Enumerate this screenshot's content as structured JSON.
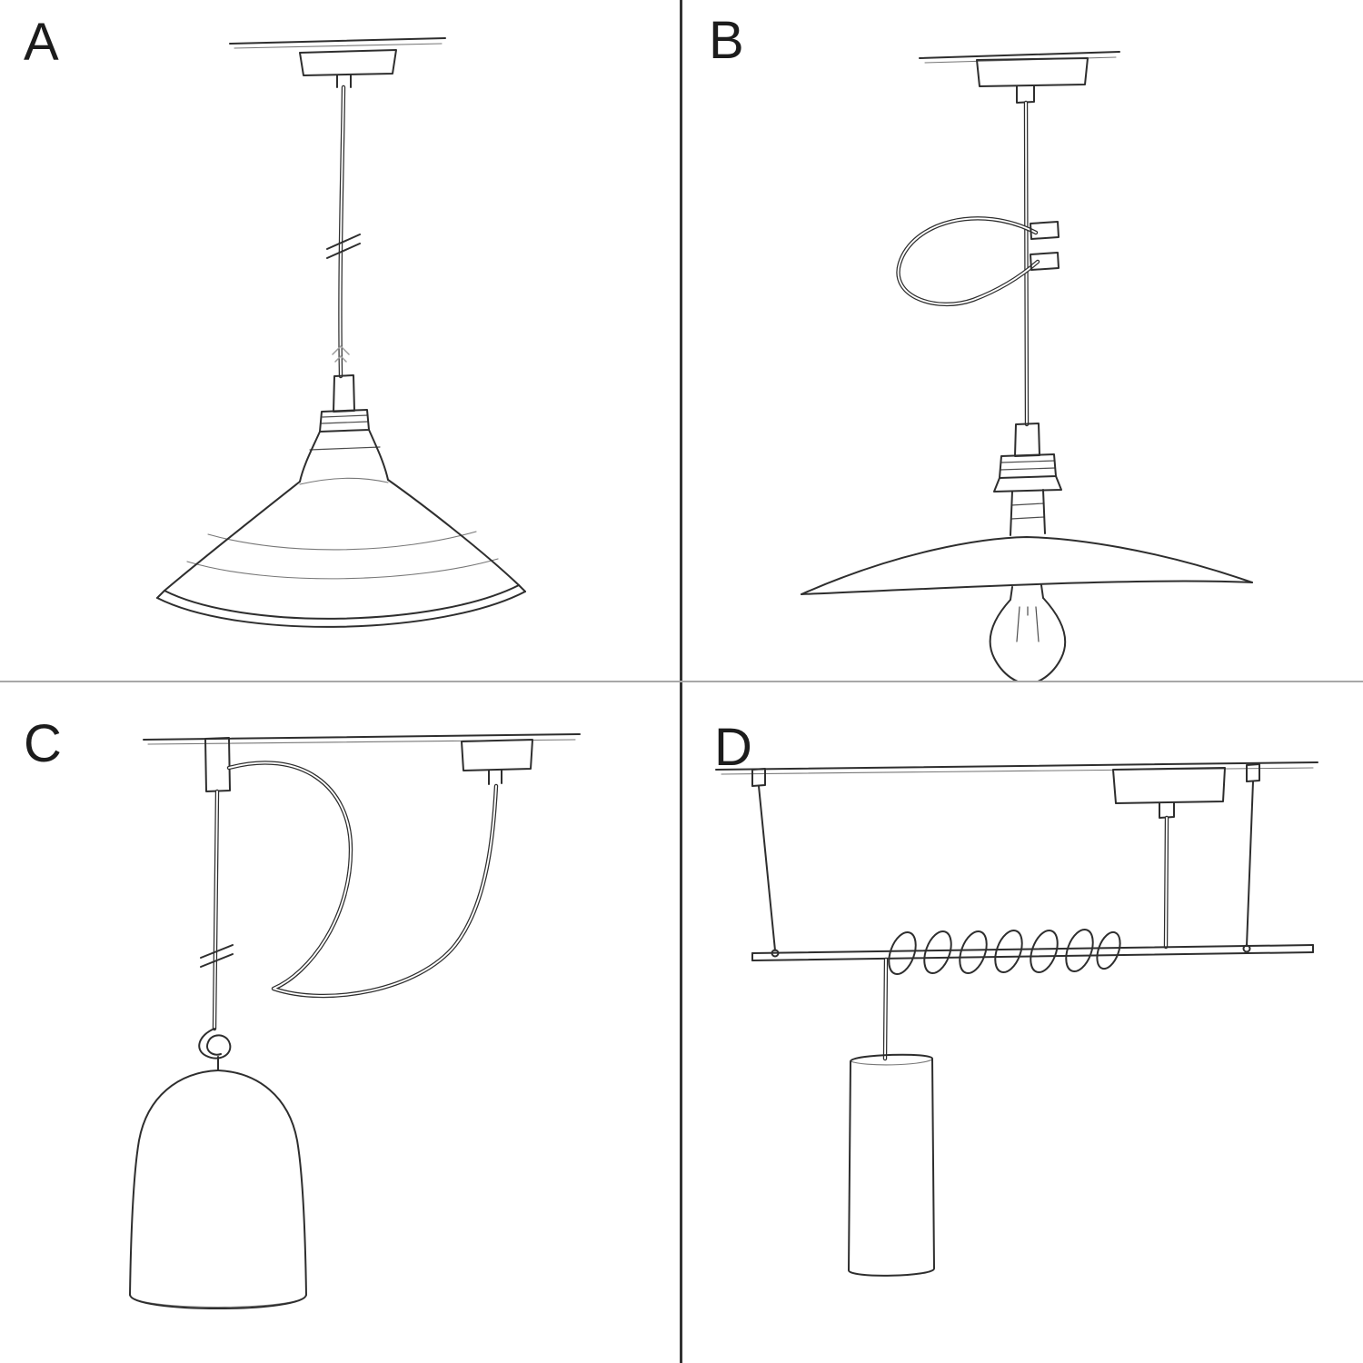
{
  "page": {
    "background_color": "#ffffff",
    "ink_color": "#2e2e2e",
    "vertical_divider_color": "#333333",
    "horizontal_divider_color": "#a8a8a8"
  },
  "panels": [
    {
      "label": "A",
      "sketch": "pendant-cable-with-industrial-bowl-shade-sketch"
    },
    {
      "label": "B",
      "sketch": "pendant-cable-with-wire-cleat-flat-plate-shade-and-bulb-sketch"
    },
    {
      "label": "C",
      "sketch": "swag-pendant-with-ceiling-hook-knot-and-bell-dome-shade-sketch"
    },
    {
      "label": "D",
      "sketch": "ceiling-bar-with-coiled-cable-and-cylinder-tube-shade-sketch"
    }
  ]
}
